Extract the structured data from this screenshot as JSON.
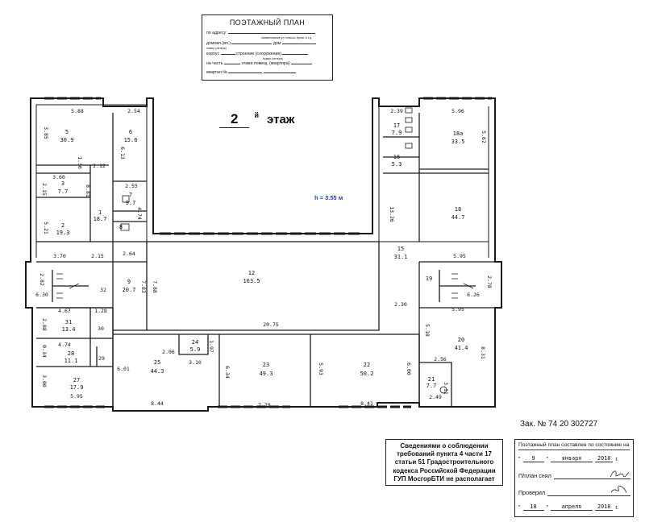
{
  "header": {
    "title": "ПОЭТАЖНЫЙ ПЛАН",
    "line1": "по адресу:",
    "line1_note": "наименование ул. пласса, бульв. и т.д.",
    "line2a": "домовл.(вл.)",
    "line2b": "дом",
    "line2_note": "номер (литера)",
    "line3a": "корпус",
    "line3b": "строение (сооружение)",
    "line3_note": "номер (литера)",
    "line4a": "на часть",
    "line4b": "этажа помещ. (квартира)",
    "line5": "квартал №"
  },
  "floor": {
    "number": "2",
    "suffix": "й",
    "word": "этаж"
  },
  "height_label": "h = 3.55 м",
  "rooms": [
    {
      "id": "5",
      "area": "30.9"
    },
    {
      "id": "6",
      "area": "15.6"
    },
    {
      "id": "7",
      "area": "9.7"
    },
    {
      "id": "8",
      "area": ""
    },
    {
      "id": "3",
      "area": "7.7"
    },
    {
      "id": "1",
      "area": "18.7"
    },
    {
      "id": "2",
      "area": "19.3"
    },
    {
      "id": "9",
      "area": "20.7"
    },
    {
      "id": "12",
      "area": "163.5"
    },
    {
      "id": "31",
      "area": "13.4"
    },
    {
      "id": "28",
      "area": "11.1"
    },
    {
      "id": "27",
      "area": "17.9"
    },
    {
      "id": "25",
      "area": "44.3"
    },
    {
      "id": "24",
      "area": "5.9"
    },
    {
      "id": "23",
      "area": "49.3"
    },
    {
      "id": "22",
      "area": "50.2"
    },
    {
      "id": "21",
      "area": "7.7"
    },
    {
      "id": "20",
      "area": "41.4"
    },
    {
      "id": "19",
      "area": ""
    },
    {
      "id": "15",
      "area": "31.1"
    },
    {
      "id": "18",
      "area": "44.7"
    },
    {
      "id": "18а",
      "area": "33.5"
    },
    {
      "id": "17",
      "area": "7.9"
    },
    {
      "id": "16",
      "area": "5.3"
    }
  ],
  "dims": [
    "5.88",
    "2.54",
    "3.85",
    "6.13",
    "1.36",
    "2.12",
    "2.55",
    "3.60",
    "2.15",
    "8.81",
    "4.74",
    "5.21",
    "3.70",
    "2.15",
    "2.64",
    "2.82",
    "6.30",
    "32",
    "7.83",
    "7.88",
    "4.67",
    "1.28",
    "2.88",
    "30",
    "4.74",
    "0.34",
    "29",
    "3.00",
    "5.95",
    "2.06",
    "3.10",
    "1.97",
    "6.01",
    "8.44",
    "6.34",
    "7.78",
    "5.93",
    "8.41",
    "6.00",
    "20.75",
    "2.39",
    "5.96",
    "5.62",
    "13.26",
    "5.95",
    "2.78",
    "6.26",
    "2.30",
    "5.95",
    "5.18",
    "8.31",
    "2.56",
    "3.11",
    "2.49"
  ],
  "order": "Зак. № 74 20 302727",
  "info_lines": [
    "Сведениями о соблюдении",
    "требований пункта 4 части 17",
    "статьи 51 Градостроительного",
    "кодекса Российской Федерации",
    "ГУП МосгорБТИ не располагает"
  ],
  "stamp": {
    "title": "Поэтажный план составлен по состоянию на",
    "day1": "9",
    "month1": "января",
    "year1": "2018",
    "g": "г.",
    "removed": "П/план снял",
    "checked": "Проверил",
    "day2": "18",
    "month2": "апреля",
    "year2": "2018"
  }
}
